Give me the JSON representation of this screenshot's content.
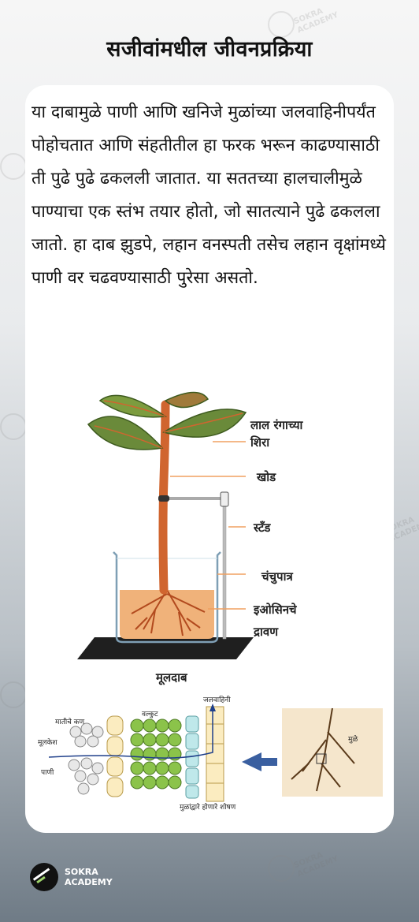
{
  "title": "सजीवांमधील जीवनप्रक्रिया",
  "paragraph": "या दाबामुळे पाणी आणि खनिजे मुळांच्या जलवाहिनीपर्यंत पोहोचतात आणि संहतीतील हा फरक भरून काढण्यासाठी ती पुढे पुढे ढकलली जातात. या सततच्या हालचालीमुळे पाण्याचा एक स्तंभ तयार होतो, जो सातत्याने पुढे ढकलला जातो. हा दाब झुडपे, लहान वनस्पती तसेच लहान वृक्षांमध्ये पाणी वर चढवण्यासाठी पुरेसा असतो.",
  "figure1": {
    "labels": {
      "red_veins": "लाल रंगाच्या शिरा",
      "stem": "खोड",
      "stand": "स्टँड",
      "beaker": "चंचुपात्र",
      "eosin": "इओसिनचे द्रावण"
    },
    "caption": "मूलदाब"
  },
  "figure2": {
    "labels": {
      "soil_particles": "मातीचे कण",
      "root_hair": "मूलकेश",
      "water": "पाणी",
      "cortex": "वल्कुट",
      "xylem": "जलवाहिनी",
      "roots": "मुळे",
      "absorption": "मुळांद्वारे होणारे शोषण"
    }
  },
  "watermark": {
    "line1": "SOKRA",
    "line2": "ACADEMY"
  },
  "brand": {
    "line1": "SOKRA",
    "line2": "ACADEMY"
  },
  "colors": {
    "accent_green": "#9ed36a",
    "stem": "#d0652f",
    "liquid": "#f0b27a"
  }
}
